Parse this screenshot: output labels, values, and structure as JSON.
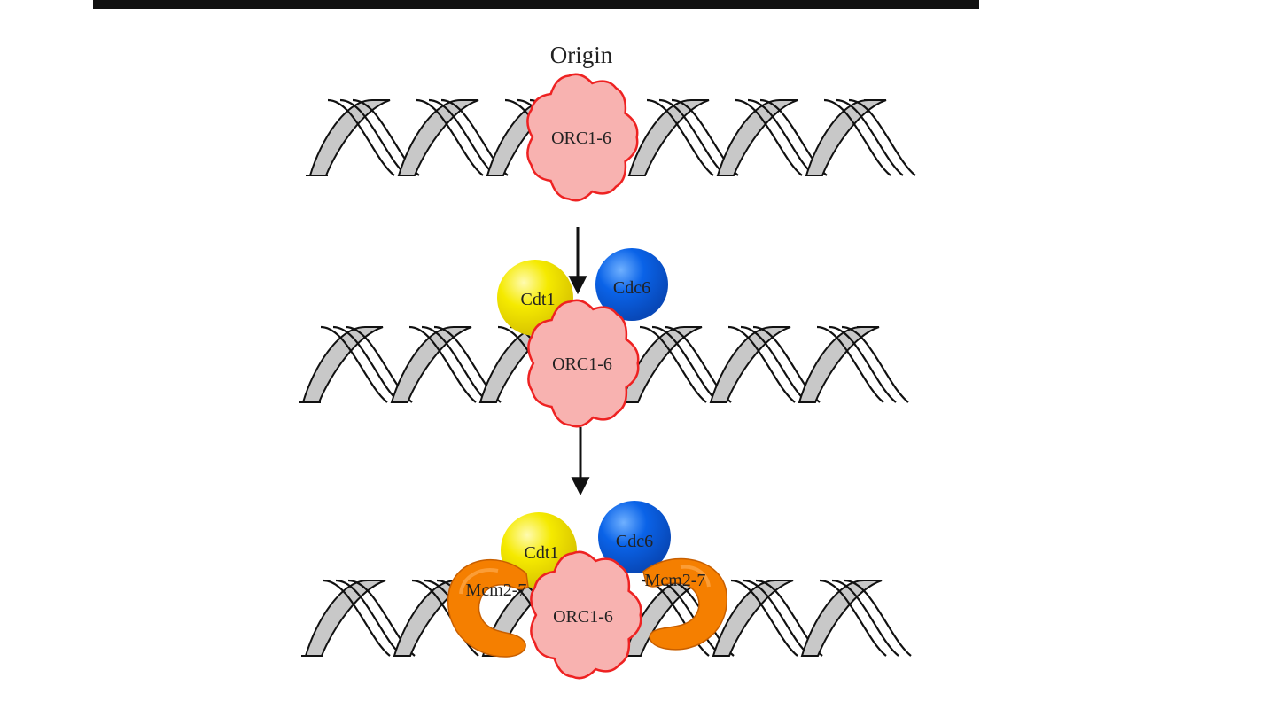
{
  "diagram": {
    "origin_label": "Origin",
    "stages": [
      {
        "orc_label": "ORC1-6",
        "cdt1_label": "",
        "cdc6_label": "",
        "mcm_left_label": "",
        "mcm_right_label": ""
      },
      {
        "orc_label": "ORC1-6",
        "cdt1_label": "Cdt1",
        "cdc6_label": "Cdc6",
        "mcm_left_label": "",
        "mcm_right_label": ""
      },
      {
        "orc_label": "ORC1-6",
        "cdt1_label": "Cdt1",
        "cdc6_label": "Cdc6",
        "mcm_left_label": "Mcm2-7",
        "mcm_right_label": "Mcm2-7"
      }
    ],
    "colors": {
      "orc_fill": "#f8b2b0",
      "orc_stroke": "#ee2222",
      "cdt1_fill": "#f5ea00",
      "cdc6_fill": "#0a63e8",
      "mcm_fill": "#f57f00",
      "dna_fill": "#c8c8c8",
      "dna_stroke": "#111111"
    }
  }
}
